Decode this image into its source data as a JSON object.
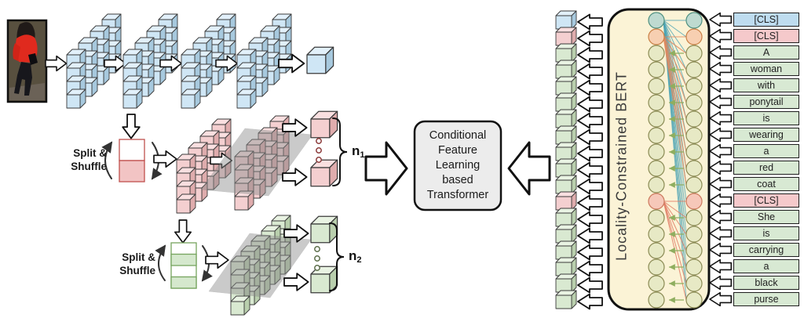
{
  "figure": {
    "split_shuffle_label": [
      "Split &",
      "Shuffle"
    ],
    "n1": {
      "base": "n",
      "sub": "1"
    },
    "n2": {
      "base": "n",
      "sub": "2"
    },
    "transformer": {
      "lines": [
        "Conditional",
        "Feature",
        "Learning",
        "based",
        "Transformer"
      ]
    },
    "bert": {
      "title": "Locality-Constrained BERT"
    },
    "tokens": [
      {
        "label": "[CLS]",
        "type": "image-cls"
      },
      {
        "label": "[CLS]",
        "type": "sentence-cls"
      },
      {
        "label": "A",
        "type": "word"
      },
      {
        "label": "woman",
        "type": "word"
      },
      {
        "label": "with",
        "type": "word"
      },
      {
        "label": "ponytail",
        "type": "word"
      },
      {
        "label": "is",
        "type": "word"
      },
      {
        "label": "wearing",
        "type": "word"
      },
      {
        "label": "a",
        "type": "word"
      },
      {
        "label": "red",
        "type": "word"
      },
      {
        "label": "coat",
        "type": "word"
      },
      {
        "label": "[CLS]",
        "type": "sentence-cls"
      },
      {
        "label": "She",
        "type": "word"
      },
      {
        "label": "is",
        "type": "word"
      },
      {
        "label": "carrying",
        "type": "word"
      },
      {
        "label": "a",
        "type": "word"
      },
      {
        "label": "black",
        "type": "word"
      },
      {
        "label": "purse",
        "type": "word"
      }
    ],
    "colors": {
      "token_blue": "#bedcef",
      "token_pink": "#f5c9cb",
      "token_green": "#d8e9d3",
      "bert_background": "#fbf3d6",
      "teal_line": "#4ba3b4",
      "orange_line": "#e2895f",
      "salmon_line": "#e07a63",
      "green_line": "#8fae5f"
    }
  }
}
